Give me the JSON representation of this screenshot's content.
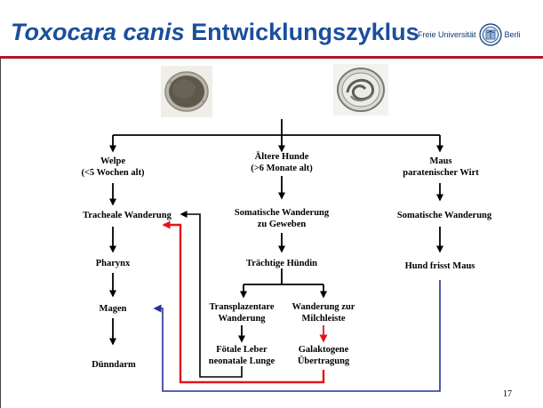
{
  "slide": {
    "title_italic": "Toxocara canis",
    "title_rest": " Entwicklungszyklus",
    "logo_text_left": "Freie Universität",
    "logo_text_right": "Berli",
    "page_number": "17"
  },
  "nodes": {
    "welpe": "Welpe\n(<5 Wochen alt)",
    "aeltere_hunde": "Ältere Hunde\n(>6 Monate alt)",
    "maus": "Maus\nparatenischer Wirt",
    "tracheale_wanderung": "Tracheale Wanderung",
    "somatische_wanderung_geweben": "Somatische Wanderung\nzu  Geweben",
    "somatische_wanderung": "Somatische Wanderung",
    "pharynx": "Pharynx",
    "traechtige_huendin": "Trächtige Hündin",
    "hund_frisst_maus": "Hund  frisst Maus",
    "magen": "Magen",
    "transplazentare_wanderung": "Transplazentare\nWanderung",
    "wanderung_milchleiste": "Wanderung zur\nMilchleiste",
    "foetale_leber": "Fötale Leber\nneonatale Lunge",
    "galaktogene_uebertragung": "Galaktogene\nÜbertragung",
    "duenndarm": "Dünndarm"
  },
  "colors": {
    "title_blue": "#1a4f9c",
    "rule_red": "#b3122e",
    "arrow_black": "#000000",
    "arrow_red": "#e3151a",
    "arrow_blue": "#27309b"
  }
}
